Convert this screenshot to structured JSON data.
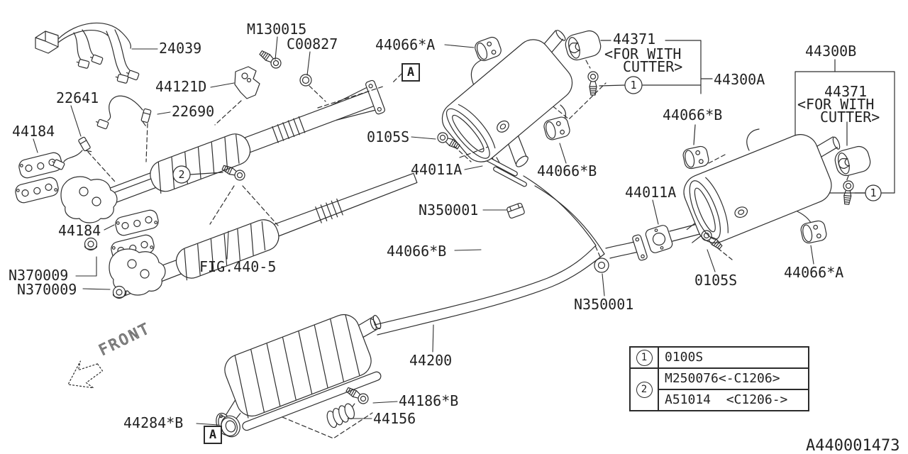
{
  "diagram": {
    "drawing_id": "A440001473",
    "figure_ref": "FIG.440-5",
    "front_marker": "FRONT",
    "joint_marker": "A"
  },
  "callouts": {
    "harness": "24039",
    "sensor_front": "22641",
    "sensor_rear": "22690",
    "bracket": "44121D",
    "bolt_bracket": "M130015",
    "nut": "C00827",
    "gasket_manifold": "44184",
    "nut_manifold": "N370009",
    "cushion_a": "44066*A",
    "cushion_b": "44066*B",
    "cutter": "44371",
    "cutter_note_line1": "<FOR WITH",
    "cutter_note_line2": "CUTTER>",
    "muffler_lh": "44300A",
    "muffler_rh": "44300B",
    "gasket_joint": "44011A",
    "bolt_flange": "0105S",
    "spring_nut": "N350001",
    "center_pipe": "44200",
    "bolt_joint": "44186*B",
    "spring": "44156",
    "gasket_center": "44284*B"
  },
  "legend": {
    "rows": [
      {
        "symbol": "1",
        "part_no": "0100S"
      },
      {
        "symbol": "2",
        "part_no": "M250076<-C1206>"
      },
      {
        "symbol": "",
        "part_no": "A51014  <C1206->"
      }
    ]
  }
}
